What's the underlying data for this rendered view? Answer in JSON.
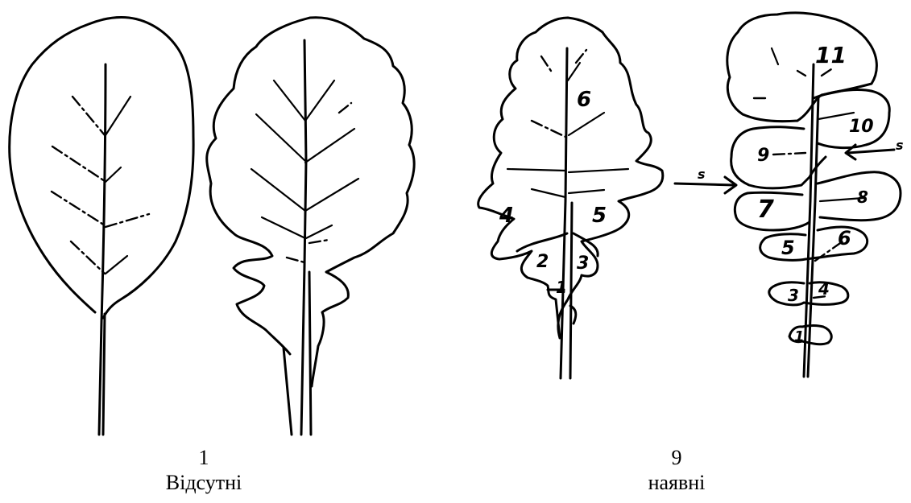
{
  "groups": [
    {
      "score": "1",
      "label": "Відсутні",
      "leaf_labels": []
    },
    {
      "score": "9",
      "label": "наявні",
      "leaf_labels": [
        "1",
        "2",
        "3",
        "4",
        "5",
        "6",
        "1",
        "3",
        "4",
        "5",
        "6",
        "7",
        "8",
        "9",
        "10",
        "11"
      ],
      "arrow_labels": [
        "s",
        "s"
      ]
    }
  ]
}
